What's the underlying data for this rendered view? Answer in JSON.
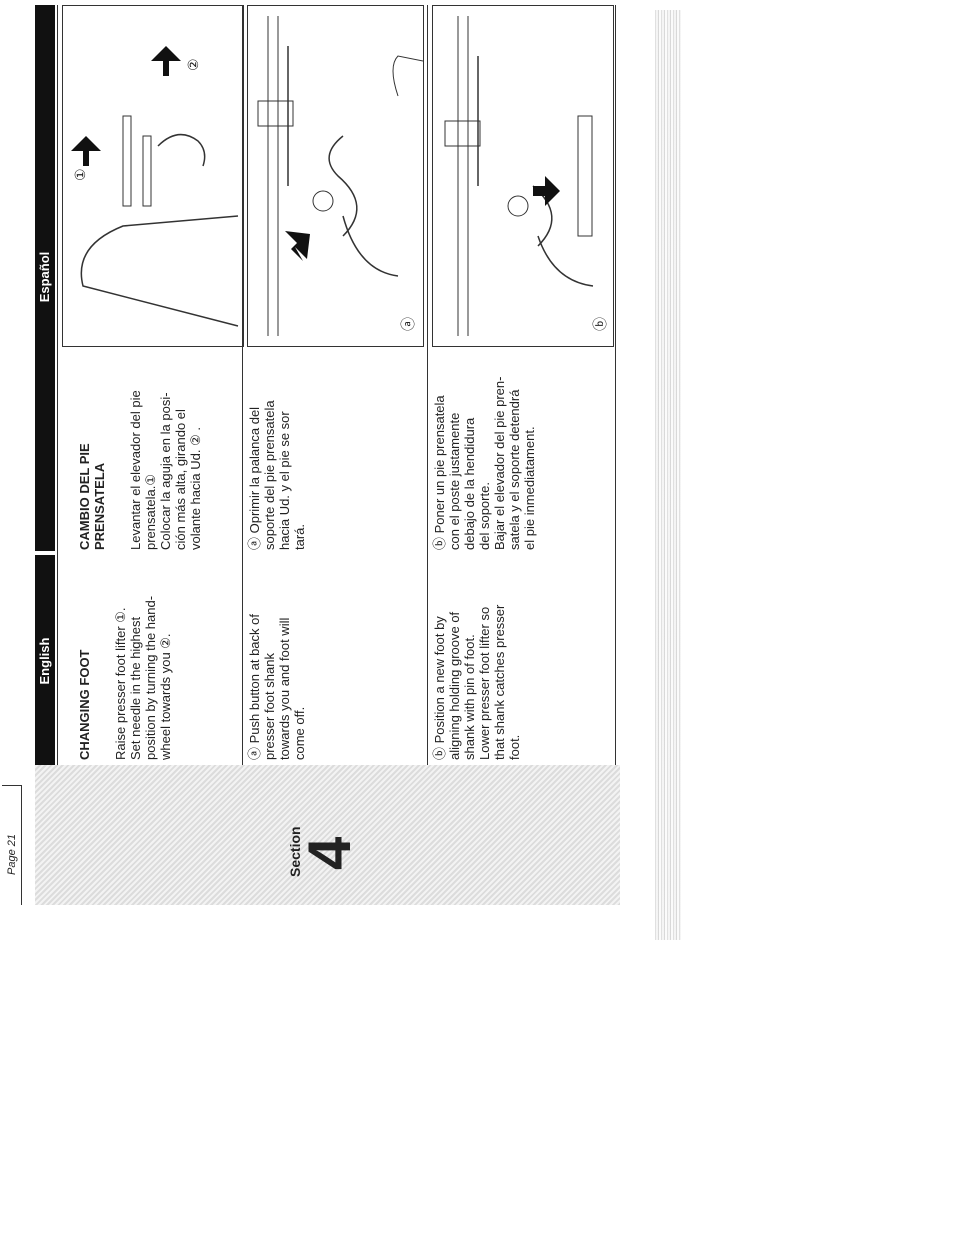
{
  "page": {
    "number_label": "Page 21"
  },
  "section": {
    "label": "Section",
    "number": "4"
  },
  "headers": {
    "english": "English",
    "espanol": "Español"
  },
  "blocks": [
    {
      "en_title": "CHANGING FOOT",
      "en_text": "Raise presser foot lifter ①.\nSet needle in the highest\nposition by turning the hand-\nwheel towards you ②.",
      "es_title": "CAMBIO DEL PIE\nPRENSATELA",
      "es_text": "Levantar el elevador del pie\nprensatela.①\nColocar la aguja en la posi-\nción más alta, girando el\nvolante hacia Ud. ② .",
      "fig_labels": [
        "①",
        "②"
      ]
    },
    {
      "en_text": "ⓐ Push button at back of\npresser foot shank\ntowards you and foot will\ncome off.",
      "es_text": "ⓐ Oprimir la palanca del\nsoporte del pie prensatela\nhacia Ud. y el pie se sor\ntará.",
      "fig_labels": [
        "ⓐ"
      ]
    },
    {
      "en_text": "ⓑ Position a new foot by\naligning holding groove of\nshank with pin of foot.\nLower presser foot lifter so\nthat shank catches presser\nfoot.",
      "es_text": "ⓑ Poner un pie prensatela\ncon el poste justamente\ndebajo de la hendidura\ndel soporte.\nBajar el elevador del pie pren-\nsatela y el soporte detendrá\nel pie inmediatament.",
      "fig_labels": [
        "ⓑ"
      ]
    }
  ]
}
